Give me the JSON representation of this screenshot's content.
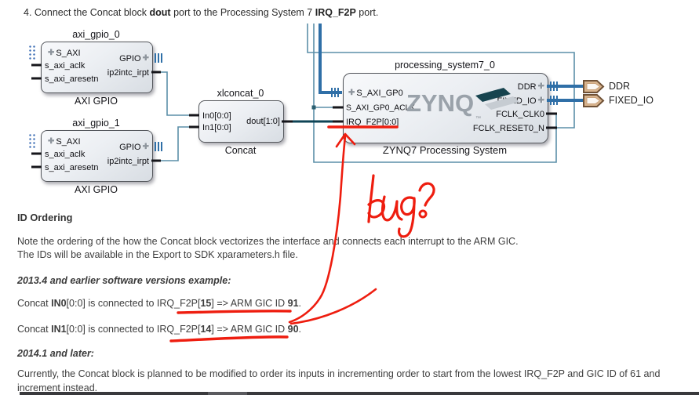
{
  "instruction": {
    "t1": "4. Connect the Concat block ",
    "b1": "dout",
    "t2": " port to the Processing System 7 ",
    "b2": "IRQ_F2P",
    "t3": " port."
  },
  "icons": {
    "interface_pin": "✚"
  },
  "diagram": {
    "blocks": {
      "axi_gpio_0": {
        "title": "axi_gpio_0",
        "type_label": "AXI GPIO",
        "ports": {
          "s_axi": "S_AXI",
          "s_axi_aclk": "s_axi_aclk",
          "s_axi_aresetn": "s_axi_aresetn",
          "gpio": "GPIO",
          "ip2intc_irpt": "ip2intc_irpt"
        }
      },
      "axi_gpio_1": {
        "title": "axi_gpio_1",
        "type_label": "AXI GPIO",
        "ports": {
          "s_axi": "S_AXI",
          "s_axi_aclk": "s_axi_aclk",
          "s_axi_aresetn": "s_axi_aresetn",
          "gpio": "GPIO",
          "ip2intc_irpt": "ip2intc_irpt"
        }
      },
      "xlconcat_0": {
        "title": "xlconcat_0",
        "type_label": "Concat",
        "ports": {
          "in0": "In0[0:0]",
          "in1": "In1[0:0]",
          "dout": "dout[1:0]"
        }
      },
      "processing_system7_0": {
        "title": "processing_system7_0",
        "type_label": "ZYNQ7 Processing System",
        "logo": "ZYNQ",
        "trademark": "™",
        "ports": {
          "s_axi_gp0": "S_AXI_GP0",
          "s_axi_gp0_aclk": "S_AXI_GP0_ACLK",
          "irq_f2p": "IRQ_F2P[0:0]",
          "ddr": "DDR",
          "fixed_io": "FIXED_IO",
          "fclk_clk0": "FCLK_CLK0",
          "fclk_reset0_n": "FCLK_RESET0_N"
        }
      }
    },
    "external_ports": {
      "ddr": "DDR",
      "fixed_io": "FIXED_IO"
    },
    "wire_colors": {
      "net": "#5b8fa8",
      "bus": "#2f6fa7",
      "interrupt": "#0f4456"
    }
  },
  "annotation": {
    "bug_text": "bug?",
    "color": "#ee1d0f"
  },
  "body": {
    "heading": "ID Ordering",
    "para1_line1": "Note the ordering of the how the Concat block vectorizes the interface and connects each interrupt to the ARM GIC.",
    "para1_line2": "The IDs will be available in the Export to SDK xparameters.h file.",
    "subhead_2013": "2013.4 and earlier software versions example:",
    "in0_line": {
      "t1": "Concat ",
      "b1": "IN0",
      "t2": "[0:0] is connected to IRQ_F2P[",
      "b2": "15",
      "t3": "] => ARM GIC ID ",
      "b3": "91",
      "t4": "."
    },
    "in1_line": {
      "t1": "Concat ",
      "b1": "IN1",
      "t2": "[0:0] is connected to IRQ_F2P[",
      "b2": "14",
      "t3": "] => ARM GIC ID ",
      "b3": "90",
      "t4": "."
    },
    "subhead_2014": "2014.1 and later:",
    "para2_line1": "Currently, the Concat block is planned to be modified to order its inputs in incrementing order to start from the lowest IRQ_F2P and GIC ID of 61 and",
    "para2_line2": "increment instead."
  }
}
